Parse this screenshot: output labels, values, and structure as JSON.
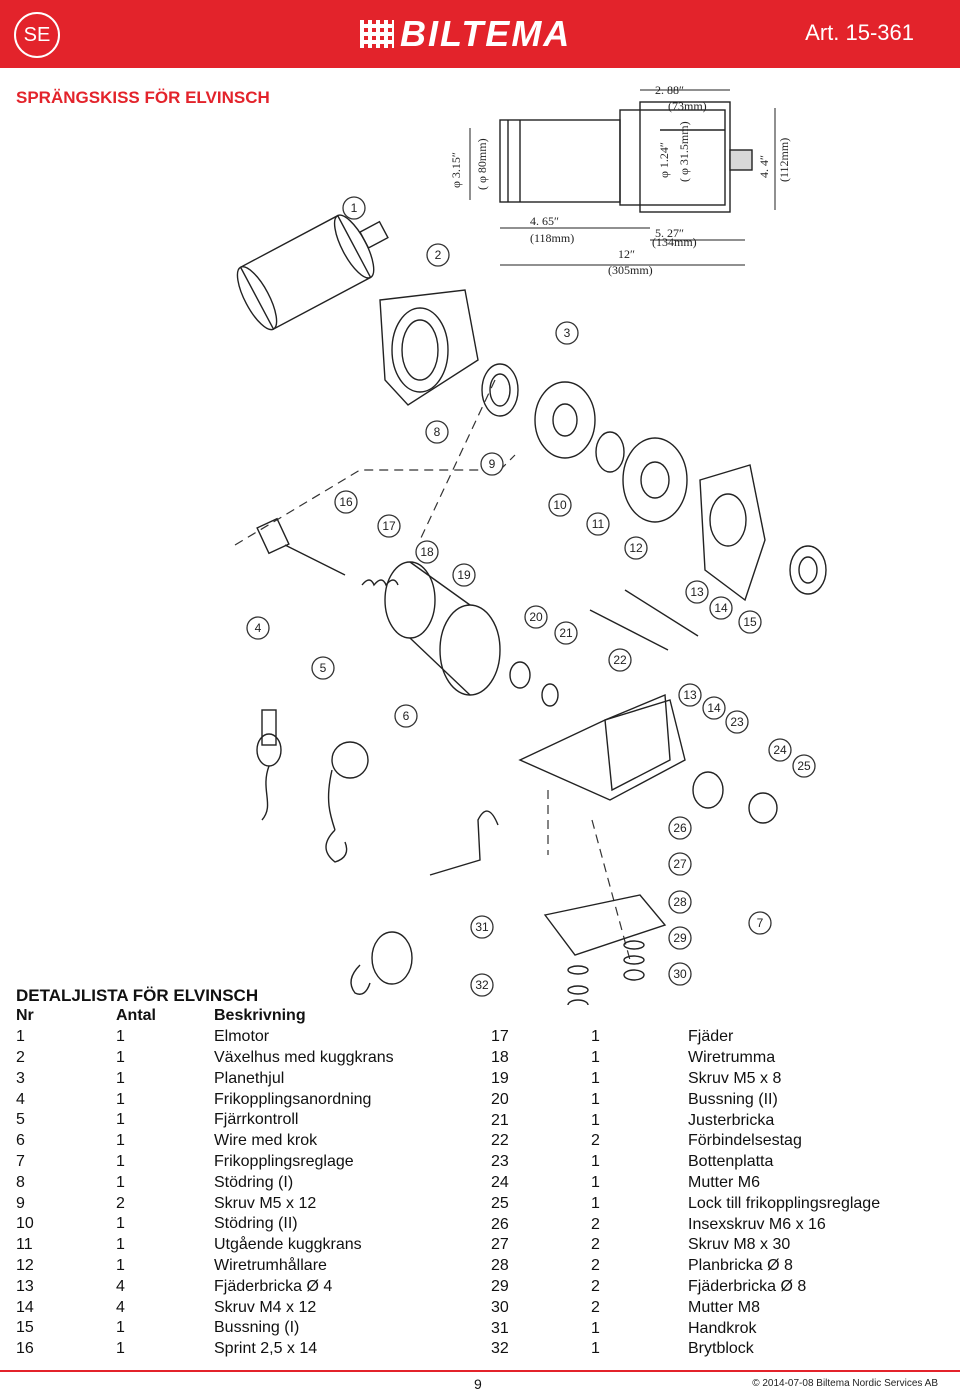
{
  "header": {
    "country_badge": "SE",
    "brand": "BILTEMA",
    "article": "Art. 15-361"
  },
  "section_title": "SPRÄNGSKISS FÖR ELVINSCH",
  "dimensions": [
    "2. 88″",
    "(73mm)",
    "φ 3.15″",
    "( φ 80mm)",
    "φ 1.24″",
    "( φ 31.5mm)",
    "4. 4″",
    "(112mm)",
    "4. 65″",
    "(118mm)",
    "5. 27″",
    "(134mm)",
    "12″",
    "(305mm)"
  ],
  "callouts": [
    "1",
    "2",
    "3",
    "4",
    "5",
    "6",
    "7",
    "8",
    "9",
    "10",
    "11",
    "12",
    "13",
    "14",
    "15",
    "16",
    "17",
    "18",
    "19",
    "20",
    "21",
    "22",
    "13",
    "14",
    "23",
    "24",
    "25",
    "26",
    "27",
    "28",
    "29",
    "30",
    "31",
    "32"
  ],
  "parts_title": "DETALJLISTA FÖR ELVINSCH",
  "columns": {
    "nr": "Nr",
    "qty": "Antal",
    "desc": "Beskrivning"
  },
  "parts_left": [
    {
      "nr": "1",
      "qty": "1",
      "desc": "Elmotor"
    },
    {
      "nr": "2",
      "qty": "1",
      "desc": "Växelhus med kuggkrans"
    },
    {
      "nr": "3",
      "qty": "1",
      "desc": "Planethjul"
    },
    {
      "nr": "4",
      "qty": "1",
      "desc": "Frikopplingsanordning"
    },
    {
      "nr": "5",
      "qty": "1",
      "desc": "Fjärrkontroll"
    },
    {
      "nr": "6",
      "qty": "1",
      "desc": "Wire med krok"
    },
    {
      "nr": "7",
      "qty": "1",
      "desc": "Frikopplingsreglage"
    },
    {
      "nr": "8",
      "qty": "1",
      "desc": "Stödring (I)"
    },
    {
      "nr": "9",
      "qty": "2",
      "desc": "Skruv M5 x 12"
    },
    {
      "nr": "10",
      "qty": "1",
      "desc": "Stödring (II)"
    },
    {
      "nr": "11",
      "qty": "1",
      "desc": "Utgående kuggkrans"
    },
    {
      "nr": "12",
      "qty": "1",
      "desc": "Wiretrumhållare"
    },
    {
      "nr": "13",
      "qty": "4",
      "desc": "Fjäderbricka Ø 4"
    },
    {
      "nr": "14",
      "qty": "4",
      "desc": "Skruv M4 x 12"
    },
    {
      "nr": "15",
      "qty": "1",
      "desc": "Bussning (I)"
    },
    {
      "nr": "16",
      "qty": "1",
      "desc": "Sprint 2,5 x 14"
    }
  ],
  "parts_right": [
    {
      "nr": "17",
      "qty": "1",
      "desc": "Fjäder"
    },
    {
      "nr": "18",
      "qty": "1",
      "desc": "Wiretrumma"
    },
    {
      "nr": "19",
      "qty": "1",
      "desc": "Skruv M5 x 8"
    },
    {
      "nr": "20",
      "qty": "1",
      "desc": "Bussning (II)"
    },
    {
      "nr": "21",
      "qty": "1",
      "desc": "Justerbricka"
    },
    {
      "nr": "22",
      "qty": "2",
      "desc": "Förbindelsestag"
    },
    {
      "nr": "23",
      "qty": "1",
      "desc": "Bottenplatta"
    },
    {
      "nr": "24",
      "qty": "1",
      "desc": "Mutter M6"
    },
    {
      "nr": "25",
      "qty": "1",
      "desc": "Lock till frikopplingsreglage"
    },
    {
      "nr": "26",
      "qty": "2",
      "desc": "Insexskruv M6 x 16"
    },
    {
      "nr": "27",
      "qty": "2",
      "desc": "Skruv M8 x 30"
    },
    {
      "nr": "28",
      "qty": "2",
      "desc": "Planbricka Ø 8"
    },
    {
      "nr": "29",
      "qty": "2",
      "desc": "Fjäderbricka Ø 8"
    },
    {
      "nr": "30",
      "qty": "2",
      "desc": "Mutter M8"
    },
    {
      "nr": "31",
      "qty": "1",
      "desc": "Handkrok"
    },
    {
      "nr": "32",
      "qty": "1",
      "desc": "Brytblock"
    }
  ],
  "footer": {
    "page": "9",
    "copyright": "© 2014-07-08 Biltema Nordic Services AB"
  },
  "colors": {
    "brand_red": "#e3232b"
  }
}
